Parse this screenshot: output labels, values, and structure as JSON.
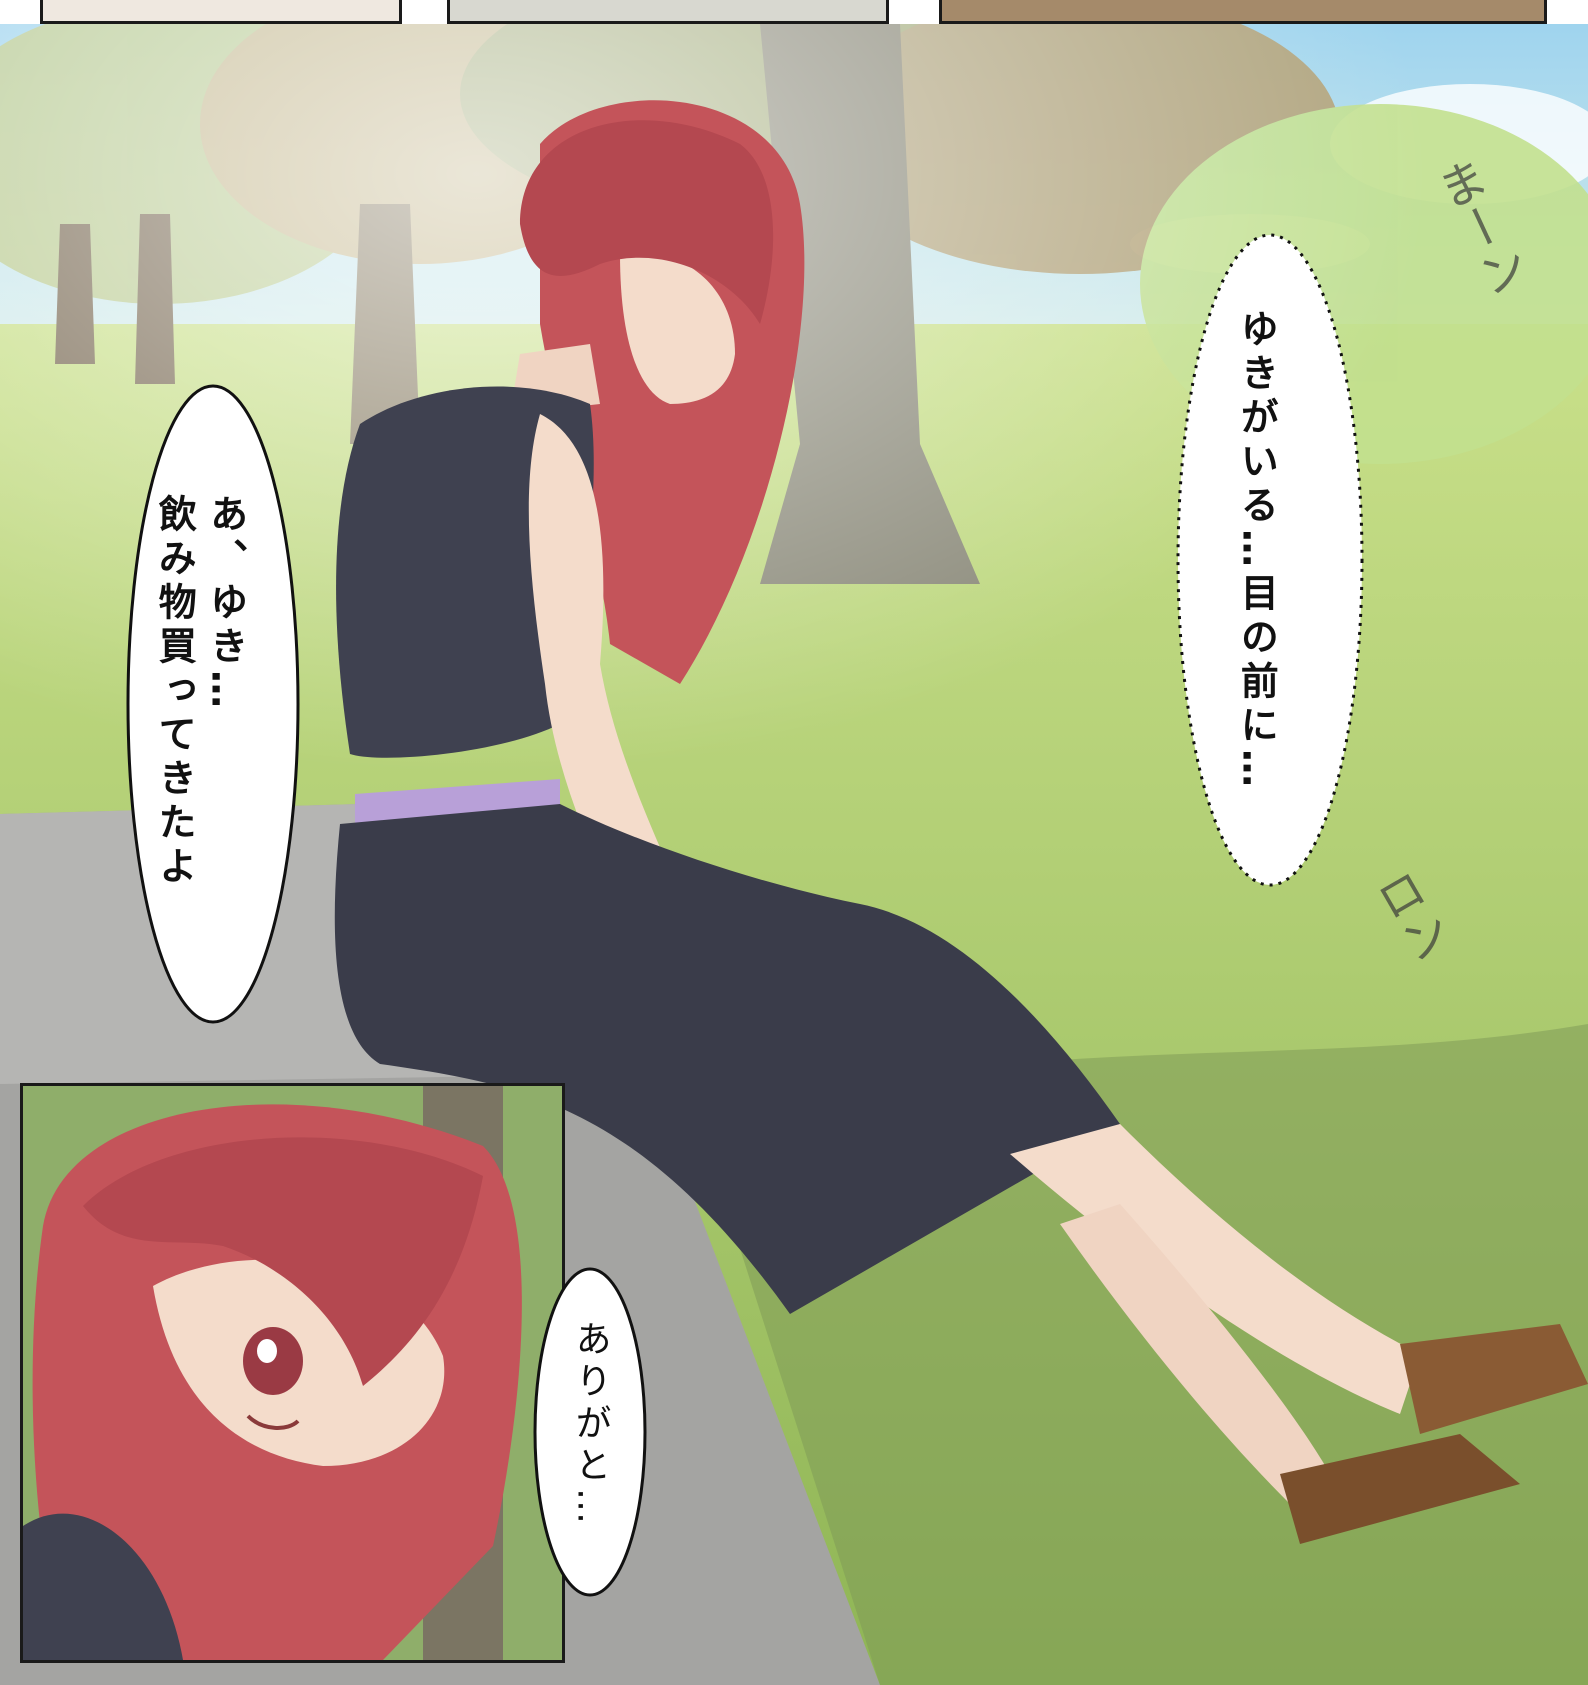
{
  "panels": {
    "top_strip": {
      "count": 3
    },
    "main": {
      "scene": "park"
    },
    "inset": {
      "scene": "closeup"
    }
  },
  "bubbles": {
    "left_speech": "あ、ゆき…\n飲み物買ってきたよ",
    "thought": "ゆきがいる…目の前に…",
    "inset_speech": "ありがと…"
  },
  "sfx": {
    "top": "まーン",
    "bottom": "ロン"
  },
  "colors": {
    "sky": "#bfe3f2",
    "grass": "#a9cf6a",
    "tree": "#8a6a3c",
    "hair": "#c4545a",
    "dress": "#3f4150",
    "skin": "#f4dccb",
    "bench": "#9a9a9a",
    "sash": "#b8a0d8",
    "sandal": "#8a5b34"
  }
}
